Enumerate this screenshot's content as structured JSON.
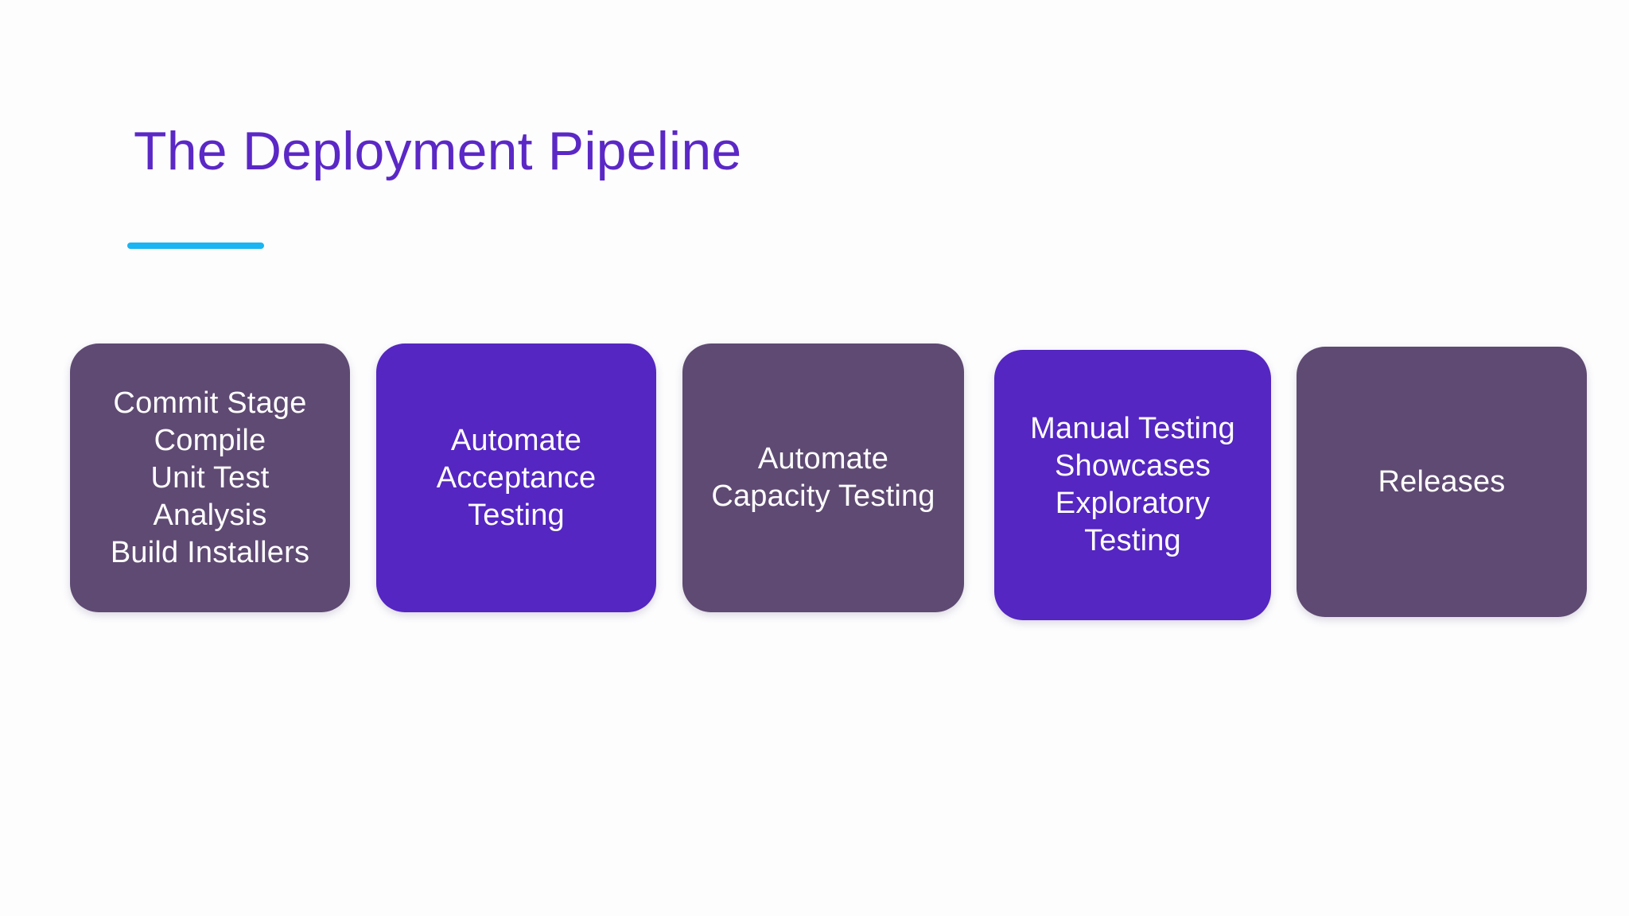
{
  "slide": {
    "background_color": "#fdfdfe",
    "title": "The Deployment Pipeline",
    "title_color": "#5b28c6",
    "accent_rule_color": "#1ab5f2"
  },
  "palette": {
    "muted_purple": "#5f4a73",
    "bright_purple": "#5526c1",
    "card_text_color": "#ffffff"
  },
  "pipeline": {
    "stages": [
      {
        "label": "Commit Stage\nCompile\nUnit Test\nAnalysis\nBuild Installers",
        "lines": [
          "Commit Stage",
          "Compile",
          "Unit Test",
          "Analysis",
          "Build Installers"
        ],
        "fill": "#5f4a73",
        "variant": "muted"
      },
      {
        "label": "Automate\nAcceptance\nTesting",
        "lines": [
          "Automate",
          "Acceptance",
          "Testing"
        ],
        "fill": "#5526c1",
        "variant": "bright"
      },
      {
        "label": "Automate\nCapacity Testing",
        "lines": [
          "Automate",
          "Capacity Testing"
        ],
        "fill": "#5f4a73",
        "variant": "muted"
      },
      {
        "label": "Manual Testing\nShowcases\nExploratory\nTesting",
        "lines": [
          "Manual Testing",
          "Showcases",
          "Exploratory",
          "Testing"
        ],
        "fill": "#5526c1",
        "variant": "bright"
      },
      {
        "label": "Releases",
        "lines": [
          "Releases"
        ],
        "fill": "#5f4a73",
        "variant": "muted"
      }
    ]
  }
}
